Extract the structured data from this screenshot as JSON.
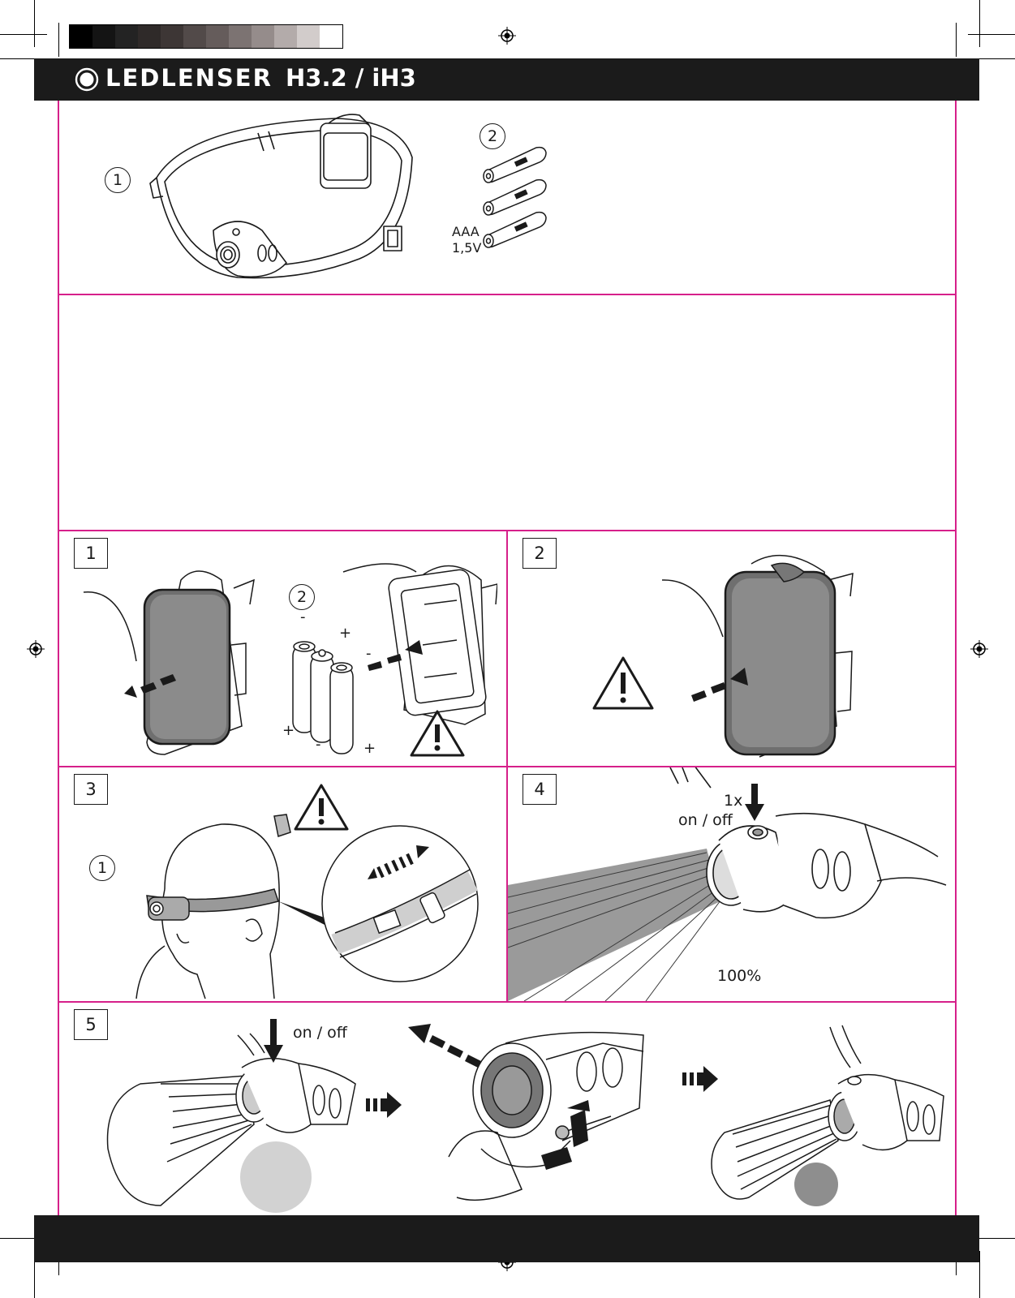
{
  "header": {
    "brand": "LEDLENSER",
    "model": "H3.2 / iH3"
  },
  "color_strip": [
    "#000000",
    "#141414",
    "#232323",
    "#2f2a29",
    "#3d3635",
    "#524a49",
    "#655c5b",
    "#7c7372",
    "#958c8b",
    "#b3abaa",
    "#d2cccb",
    "#ffffff"
  ],
  "overview": {
    "item1_number": "1",
    "item2_number": "2",
    "battery_type": "AAA",
    "battery_voltage": "1,5V"
  },
  "steps": {
    "s1": {
      "number": "1",
      "callout": "2",
      "minus_top": "-",
      "plus_top": "+",
      "minus_side": "-",
      "plus_left": "+",
      "minus_bottom": "-",
      "plus_bottom": "+"
    },
    "s2": {
      "number": "2"
    },
    "s3": {
      "number": "3",
      "callout": "1"
    },
    "s4": {
      "number": "4",
      "press_count": "1x",
      "press_label": "on / off",
      "output_label": "100%"
    },
    "s5": {
      "number": "5",
      "press_label": "on / off"
    }
  },
  "colors": {
    "frame": "#d6208a",
    "header": "#1b1b1b",
    "beam_dark": "#9a9a9a",
    "spot_light": "#d2d2d2",
    "spot_dark": "#8e8e8e"
  }
}
